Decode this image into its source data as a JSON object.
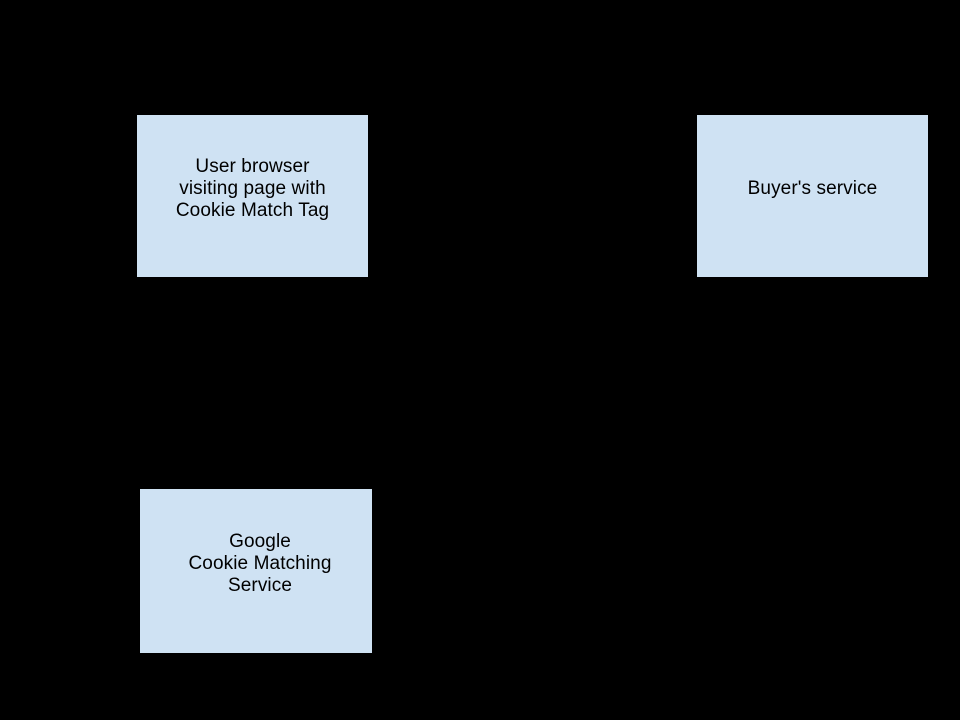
{
  "diagram": {
    "background_color": "#000000",
    "node_fill_color": "#cfe2f3",
    "node_text_color": "#000000",
    "nodes": [
      {
        "id": "user-browser",
        "label": "User browser visiting page with Cookie Match Tag",
        "lines": [
          "User browser",
          "visiting page with",
          "Cookie Match Tag"
        ]
      },
      {
        "id": "buyers-service",
        "label": "Buyer's service",
        "lines": [
          "Buyer's service"
        ]
      },
      {
        "id": "google-cookie-matching-service",
        "label": "Google Cookie Matching Service",
        "lines": [
          "Google",
          "Cookie Matching",
          "Service"
        ]
      }
    ]
  }
}
